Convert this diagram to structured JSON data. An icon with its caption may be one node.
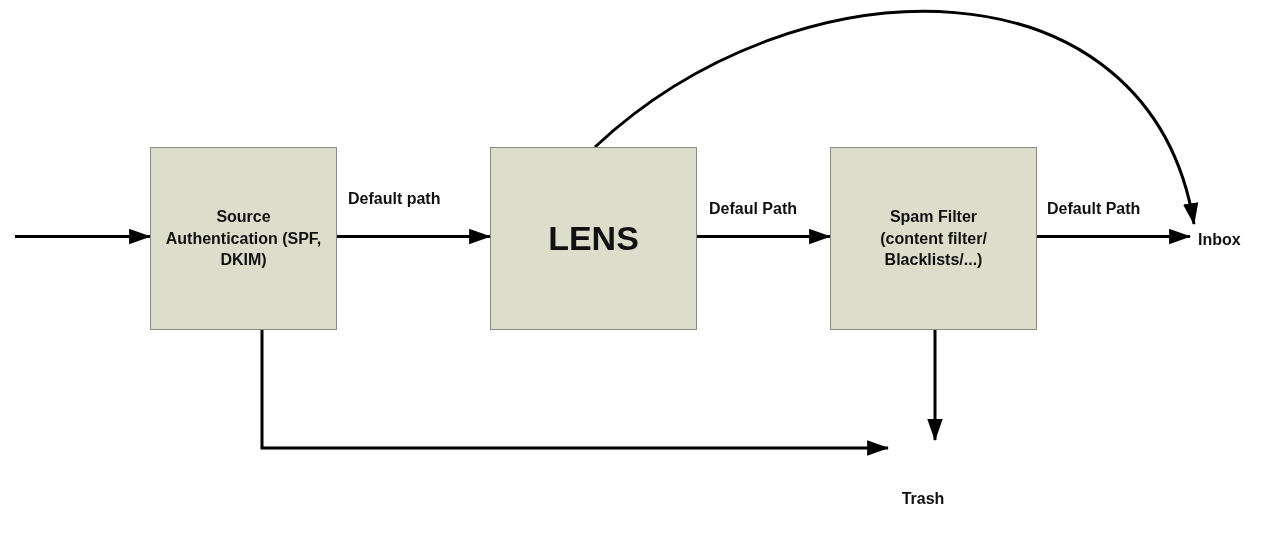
{
  "diagram": {
    "nodes": [
      {
        "text": [
          "Source Authentication (SPF, DKIM)"
        ]
      },
      {
        "text": [
          "LENS"
        ]
      },
      {
        "text": [
          "Spam Filter",
          "(content filter/ Blacklists/...)"
        ]
      },
      {
        "text": [
          "Inbox"
        ]
      },
      {
        "text": [
          "Trash"
        ]
      }
    ],
    "edges": [
      {
        "from": null,
        "to": 0,
        "arrow": "to"
      },
      {
        "from": 0,
        "to": 1,
        "arrow": "to",
        "label": "Default path"
      },
      {
        "from": 1,
        "to": 2,
        "arrow": "to",
        "label": "Defaul Path"
      },
      {
        "from": 2,
        "to": 3,
        "arrow": "to",
        "label": "Default Path"
      },
      {
        "from": 1,
        "to": 3,
        "arrow": "to"
      },
      {
        "from": 0,
        "to": 4,
        "arrow": "to"
      },
      {
        "from": 2,
        "to": 4,
        "arrow": "to"
      }
    ]
  }
}
